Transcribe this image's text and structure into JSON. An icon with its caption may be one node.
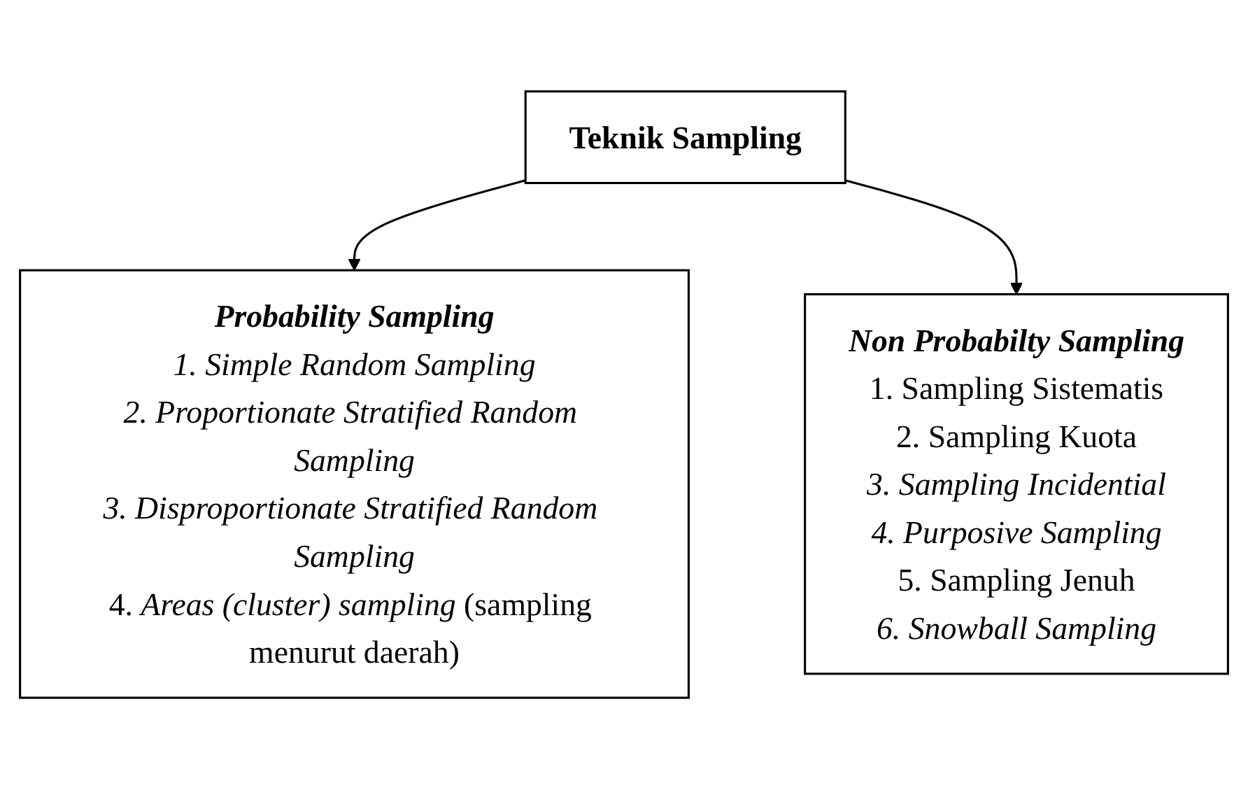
{
  "diagram": {
    "nodes": [
      {
        "text": [
          "Teknik Sampling"
        ]
      },
      {
        "text": [
          "Probability Sampling",
          "*1. Simple Random Sampling*",
          "*2. Proportionate Stratified Random Sampling*",
          "*3. Disproportionate Stratified Random Sampling*",
          "4. *Areas (cluster) sampling* (sampling menurut daerah)"
        ]
      },
      {
        "text": [
          "Non Probabilty Sampling",
          "1. Sampling Sistematis",
          "2. Sampling Kuota",
          "*3. Sampling Incidential*",
          "*4. Purposive Sampling*",
          "5. Sampling Jenuh",
          "*6. Snowball Sampling*"
        ]
      }
    ],
    "edges": [
      {
        "from": 0,
        "to": 1,
        "arrow": "to"
      },
      {
        "from": 0,
        "to": 2,
        "arrow": "to"
      }
    ]
  }
}
